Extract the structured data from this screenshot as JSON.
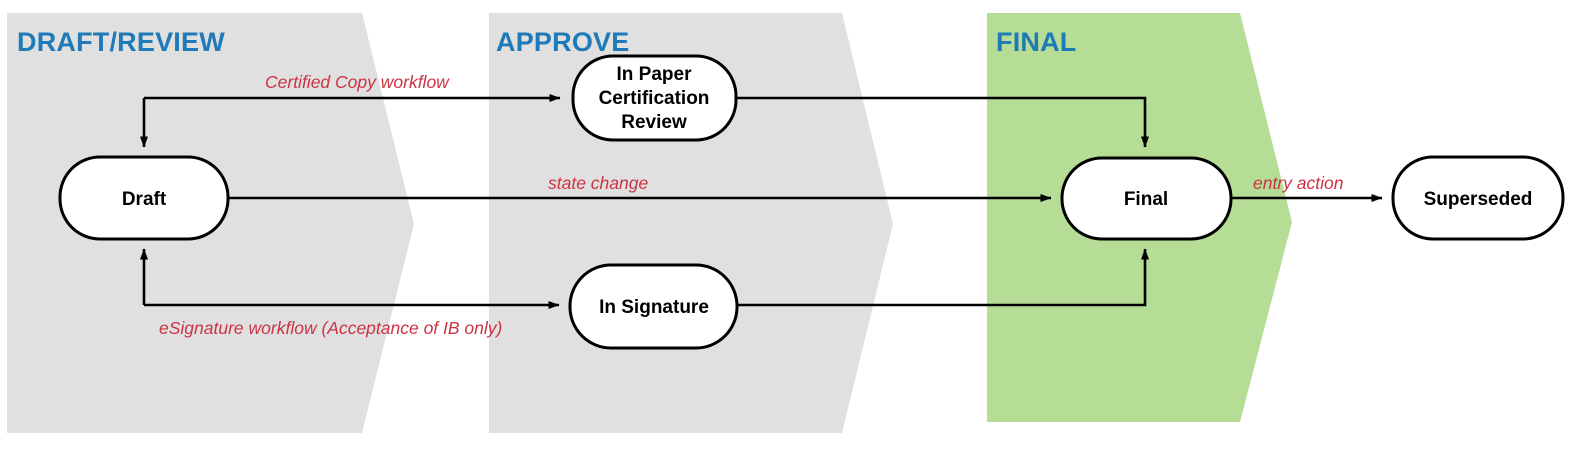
{
  "diagram": {
    "title_bands": [
      {
        "id": "draft-review",
        "label": "DRAFT/REVIEW",
        "fill": "#e0e0e0",
        "text_color": "#1f7ab8"
      },
      {
        "id": "approve",
        "label": "APPROVE",
        "fill": "#e0e0e0",
        "text_color": "#1f7ab8"
      },
      {
        "id": "final",
        "label": "FINAL",
        "fill": "#b6dd95",
        "text_color": "#1f7ab8"
      }
    ],
    "nodes": [
      {
        "id": "draft",
        "label": "Draft",
        "lines": [
          "Draft"
        ]
      },
      {
        "id": "in-paper-certification-review",
        "label": "In Paper Certification Review",
        "lines": [
          "In Paper",
          "Certification",
          "Review"
        ]
      },
      {
        "id": "in-signature",
        "label": "In Signature",
        "lines": [
          "In Signature"
        ]
      },
      {
        "id": "final",
        "label": "Final",
        "lines": [
          "Final"
        ]
      },
      {
        "id": "superseded",
        "label": "Superseded",
        "lines": [
          "Superseded"
        ]
      }
    ],
    "edge_labels": [
      {
        "id": "certified-copy-workflow",
        "text": "Certified Copy workflow",
        "color": "#cc3344"
      },
      {
        "id": "state-change",
        "text": "state change",
        "color": "#cc3344"
      },
      {
        "id": "esignature-workflow",
        "text": "eSignature workflow  (Acceptance of IB only)",
        "color": "#cc3344"
      },
      {
        "id": "entry-action",
        "text": "entry action",
        "color": "#cc3344"
      }
    ],
    "colors": {
      "band_gray": "#e0e0e0",
      "band_green": "#b6dd95",
      "heading_blue": "#1f7ab8",
      "edge_label_red": "#cc3344",
      "line_black": "#000000",
      "node_fill": "#ffffff"
    }
  }
}
